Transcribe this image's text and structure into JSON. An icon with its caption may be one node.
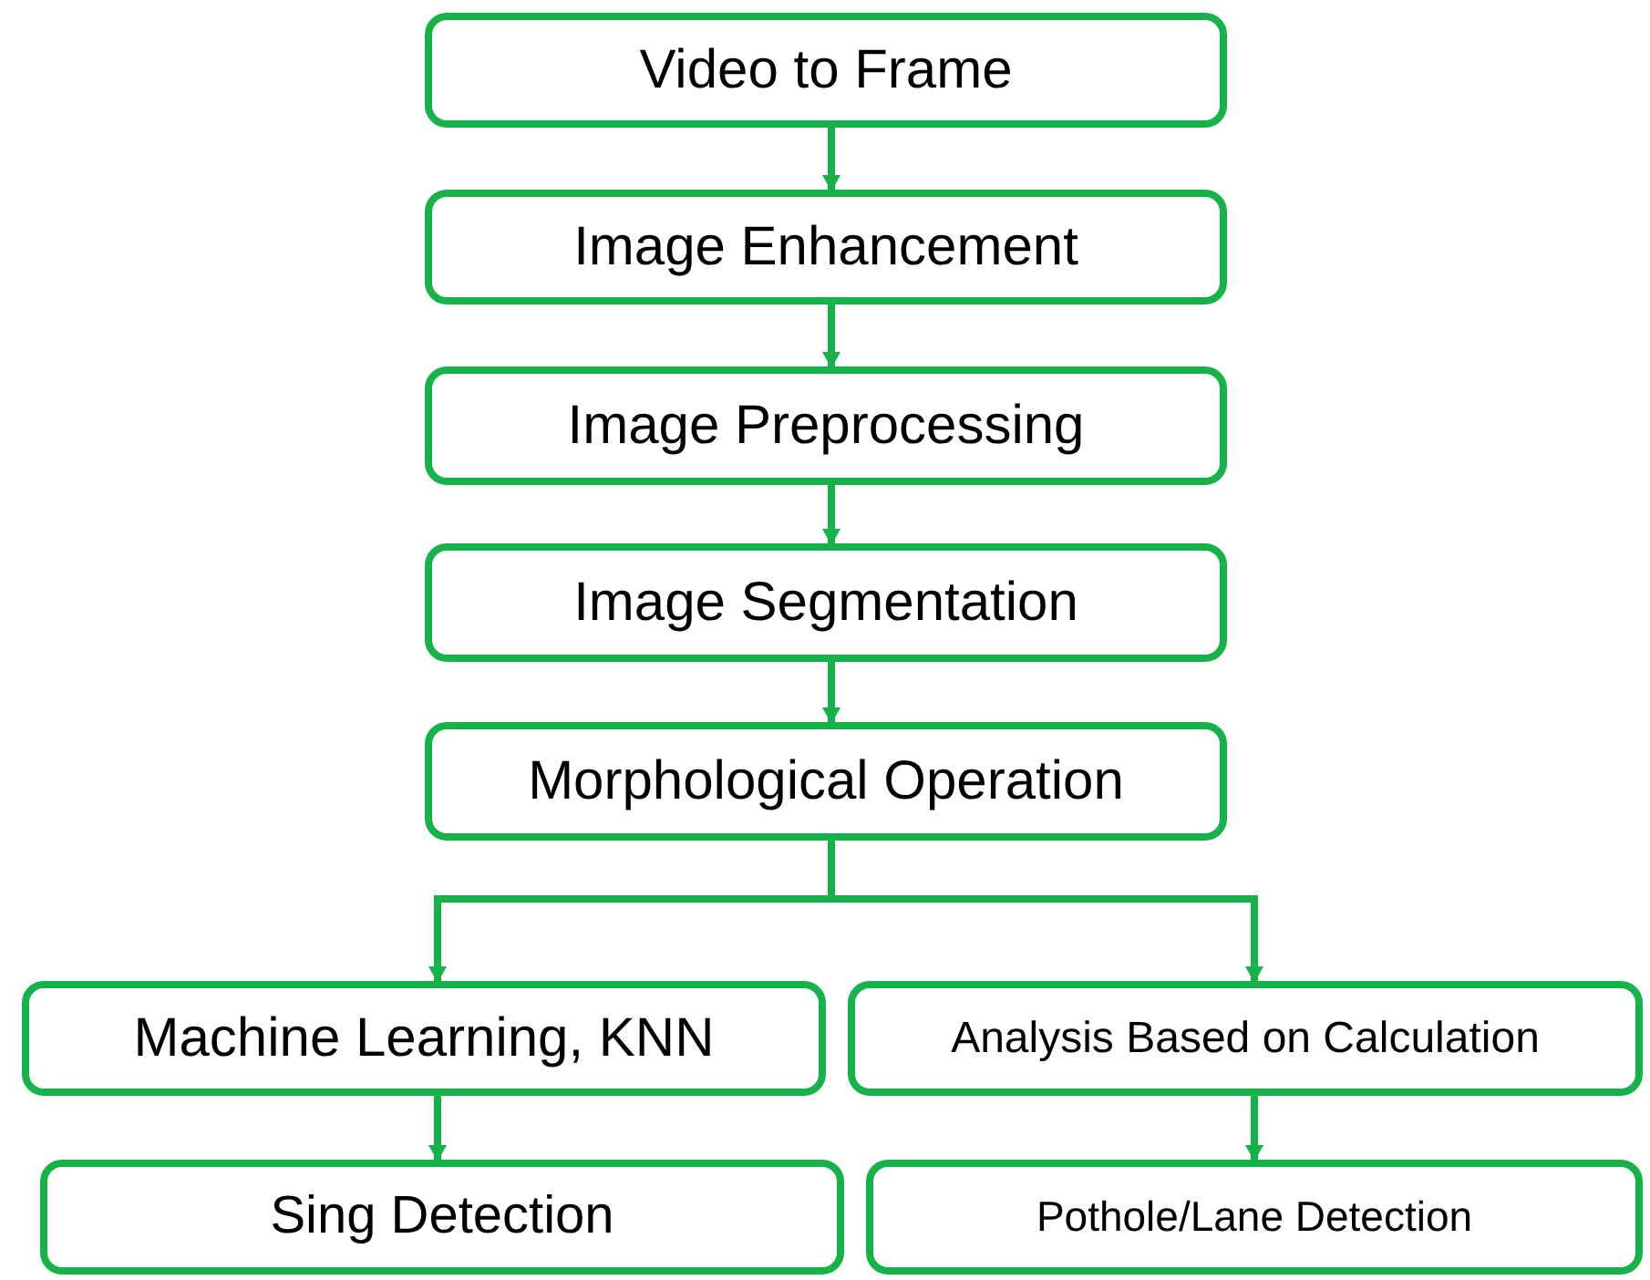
{
  "diagram": {
    "nodes": [
      {
        "text": [
          "Video to Frame"
        ]
      },
      {
        "text": [
          "Image Enhancement"
        ]
      },
      {
        "text": [
          "Image Preprocessing"
        ]
      },
      {
        "text": [
          "Image Segmentation"
        ]
      },
      {
        "text": [
          "Morphological Operation"
        ]
      },
      {
        "text": [
          "Machine Learning, KNN"
        ]
      },
      {
        "text": [
          "Analysis Based on Calculation"
        ]
      },
      {
        "text": [
          "Sing Detection"
        ]
      },
      {
        "text": [
          "Pothole/Lane Detection"
        ]
      }
    ],
    "edges": [
      {
        "from": 0,
        "to": 1,
        "arrow": "to"
      },
      {
        "from": 1,
        "to": 2,
        "arrow": "to"
      },
      {
        "from": 2,
        "to": 3,
        "arrow": "to"
      },
      {
        "from": 3,
        "to": 4,
        "arrow": "to"
      },
      {
        "from": 4,
        "to": 5,
        "arrow": "to"
      },
      {
        "from": 4,
        "to": 6,
        "arrow": "to"
      },
      {
        "from": 5,
        "to": 7,
        "arrow": "to"
      },
      {
        "from": 6,
        "to": 8,
        "arrow": "to"
      }
    ]
  }
}
